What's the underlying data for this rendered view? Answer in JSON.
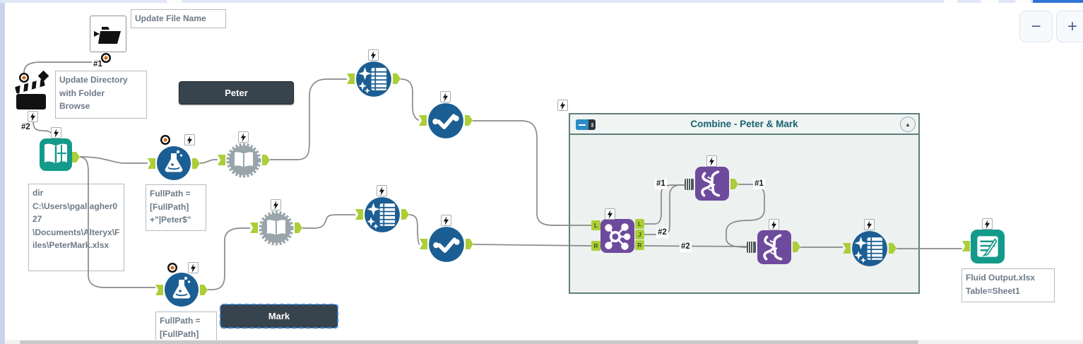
{
  "toolbar": {
    "zoom_out": "−",
    "zoom_in": "+"
  },
  "container": {
    "title": "Combine - Peter & Mark",
    "collapse_icon": "▲"
  },
  "comments": {
    "peter": "Peter",
    "mark": "Mark"
  },
  "annotations": {
    "update_file_name": "Update File Name",
    "update_directory": "Update Directory\nwith Folder\nBrowse",
    "input_dir": "dir\nC:\\Users\\pgallagher027\n\\Documents\\Alteryx\\Files\\PeterMark.xlsx",
    "formula_peter": "FullPath =\n[FullPath]\n+\"|Peter$\"",
    "formula_mark": "FullPath =\n[FullPath]",
    "output_file": "Fluid Output.xlsx\nTable=Sheet1"
  },
  "connection_labels": {
    "action_to_file": "#1",
    "action_to_dir": "#2",
    "union1_in1": "#1",
    "union1_in2": "#2",
    "union2_in1": "#1",
    "union2_in2": "#2"
  },
  "join_anchors": {
    "in_l": "L",
    "in_r": "R",
    "out_l": "L",
    "out_j": "J",
    "out_r": "R"
  },
  "colors": {
    "tool_blue": "#1b5e93",
    "tool_teal": "#149a8a",
    "tool_purple": "#6e4a9d",
    "anchor_green": "#abce39",
    "wire": "#8a8a8a",
    "container_border": "#5e7f7c",
    "comment_bg": "#38444d",
    "selection": "#2f7fd6",
    "accent_blue_bar": "#2e75d6"
  }
}
